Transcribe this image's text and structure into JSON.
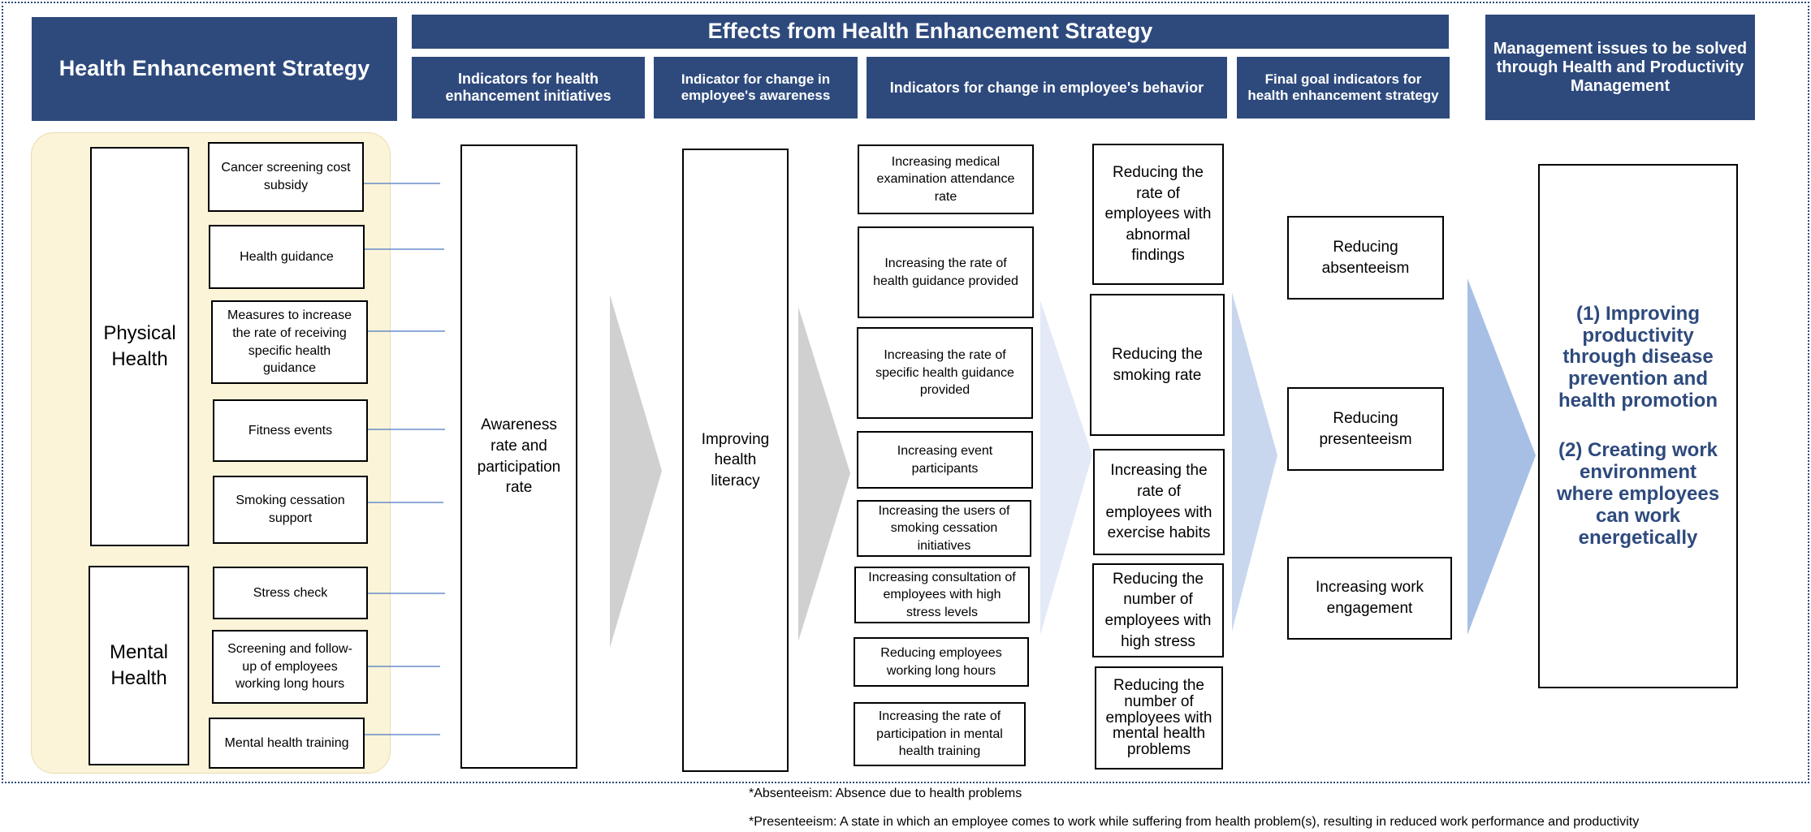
{
  "headers": {
    "strategy": "Health Enhancement Strategy",
    "effects": "Effects from Health Enhancement Strategy",
    "initiative_indicators": "Indicators for health enhancement initiatives",
    "awareness_indicator": "Indicator for change in employee's awareness",
    "behavior_indicators": "Indicators for change in employee's behavior",
    "final_goal_indicators": "Final goal indicators for health enhancement strategy",
    "management_issues": "Management issues to be solved through Health and Productivity Management"
  },
  "categories": {
    "physical": "Physical Health",
    "mental": "Mental Health"
  },
  "initiatives": [
    "Cancer screening cost subsidy",
    "Health guidance",
    "Measures to increase the rate of receiving specific health guidance",
    "Fitness events",
    "Smoking cessation support",
    "Stress check",
    "Screening and follow-up of employees working long hours",
    "Mental health training"
  ],
  "awareness_rate": "Awareness rate and participation rate",
  "health_literacy": "Improving health literacy",
  "behavior_changes": [
    "Increasing medical examination attendance rate",
    "Increasing the rate of health guidance provided",
    "Increasing the rate of specific health guidance provided",
    "Increasing event participants",
    "Increasing the users of smoking cessation initiatives",
    "Increasing consultation of employees with high stress levels",
    "Reducing employees working long hours",
    "Increasing the rate of participation in mental health training"
  ],
  "health_outcomes": [
    "Reducing the rate of employees with abnormal findings",
    "Reducing the smoking rate",
    "Increasing the rate of employees with exercise habits",
    "Reducing the number of employees with high stress",
    "Reducing the number of employees with mental health problems"
  ],
  "final_goals": [
    "Reducing absenteeism",
    "Reducing presenteeism",
    "Increasing work engagement"
  ],
  "management_goals": [
    "(1) Improving productivity through disease prevention and health promotion",
    "(2) Creating work environment where employees can work energetically"
  ],
  "footnotes": [
    "*Absenteeism: Absence due to health problems",
    "*Presenteeism: A state in which an employee comes to work while suffering from health problem(s), resulting in reduced work performance and productivity"
  ],
  "colors": {
    "header_navy": "#2e4a7d",
    "strategy_panel": "#fcf4d8",
    "connector_blue": "#4a78c2",
    "arrow_gray": "#d0d0d0",
    "arrow_blue_1": "#e3e9f6",
    "arrow_blue_2": "#c8d7ee",
    "arrow_blue_3": "#a7bfe5"
  }
}
